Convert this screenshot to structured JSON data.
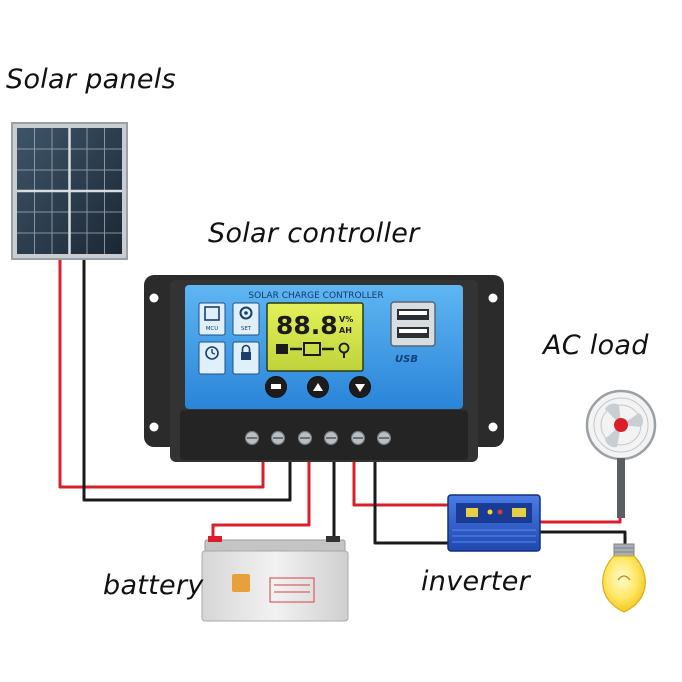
{
  "labels": {
    "solar_panels": "Solar panels",
    "solar_controller": "Solar controller",
    "ac_load": "AC load",
    "battery": "battery",
    "inverter": "inverter"
  },
  "controller": {
    "header": "SOLAR CHARGE CONTROLLER",
    "display_value": "88.8",
    "display_unit_top": "V%",
    "display_unit_bottom": "AH",
    "icon_mcu": "MCU control",
    "icon_set": "SET voltage",
    "icon_timer": "timer",
    "icon_lock": "lock",
    "usb_label": "USB"
  },
  "colors": {
    "wire_red": "#d9202a",
    "wire_black": "#1a1a1a",
    "controller_blue": "#2f8fe0",
    "inverter_blue": "#2a59c9"
  },
  "icons": [
    "solar-panel-icon",
    "charge-controller-icon",
    "battery-icon",
    "inverter-icon",
    "fan-icon",
    "bulb-icon"
  ]
}
